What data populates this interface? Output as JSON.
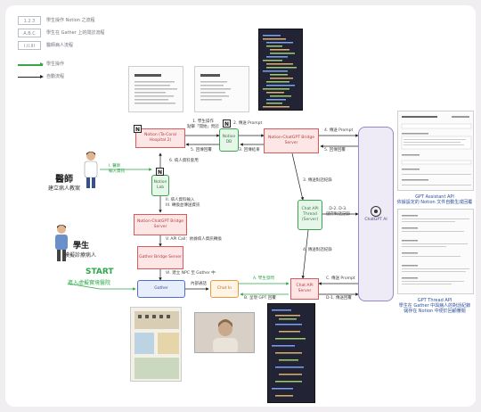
{
  "legend": [
    {
      "code": "1.2.3",
      "text": "學生操作 Notion 之流程"
    },
    {
      "code": "A.B.C",
      "text": "學生在 Gather 上的問診流程"
    },
    {
      "code": "I.II.III",
      "text": "醫師病人流程"
    }
  ],
  "legend_lines": [
    {
      "text": "學生操作",
      "color": "#2ea84a"
    },
    {
      "text": "自動流程",
      "color": "#222222"
    }
  ],
  "actors": {
    "doctor": {
      "title": "醫師",
      "subtitle": "建立病人教案"
    },
    "student": {
      "title": "學生",
      "subtitle": "模擬診療病人"
    },
    "start": {
      "title": "START",
      "subtitle": "進入虛擬實境醫院"
    }
  },
  "nodes": {
    "notion_ncku": "Notion (Ta-Coral Hospital 2)",
    "notion_db": "Notion DB",
    "notion_chatgpt": "Notion-ChatGPT Bridge Server",
    "notion_lab": "Notion Lab",
    "notion_chatgpt_2": "Notion-ChatGPT Bridge Server",
    "gather_bridge": "Gather Bridge Server",
    "gather": "Gather",
    "chat_in": "Chat In",
    "chat_api_server": "Chat API Server",
    "chat_api_thread": "Chat API Thread (Server)",
    "chatgpt_ai": "ChatGPT AI"
  },
  "edge_labels": {
    "e1": "1. 學生操作\n點擊「開始」問診",
    "e2": "2. 傳送 Prompt",
    "e3": "3. 回傳結果",
    "e4": "4. 傳送 Prompt",
    "e5": "5. 回傳回覆",
    "e6": "6. 病人資料套用",
    "e_I": "I. 醫師\n輸入資訊",
    "e_II": "II. 病人資料輸入\nIII. 轉換並傳送資訊",
    "e_V": "V. API Call：依據病人資訊轉換",
    "e_VI": "VI. 建立 NPC 至 Gather 中",
    "e_A": "A. 學生發問",
    "e_B": "B. 呈現 GPT 回覆",
    "e_C": "C. 傳送 Prompt",
    "e_D": "D-1. 傳送回覆",
    "e_D2": "D-2. D-3.\n儲存對話記錄",
    "e_thread1": "3. 傳送對話紀錄",
    "e_thread2": "4. 傳送對話紀錄",
    "e_inner": "內部通話"
  },
  "captions": {
    "assistant": "GPT Assistant API\n依據設定的 Notion 文件自動生成回覆",
    "thread": "GPT Thread API\n學生在 Gather 中與病人的對話紀錄\n儲存在 Notion 中便於回顧審閱"
  },
  "colors": {
    "student_flow": "#2ea84a",
    "auto_flow": "#222222",
    "bridge": "#d85a5a",
    "ai": "#9a86c8"
  }
}
